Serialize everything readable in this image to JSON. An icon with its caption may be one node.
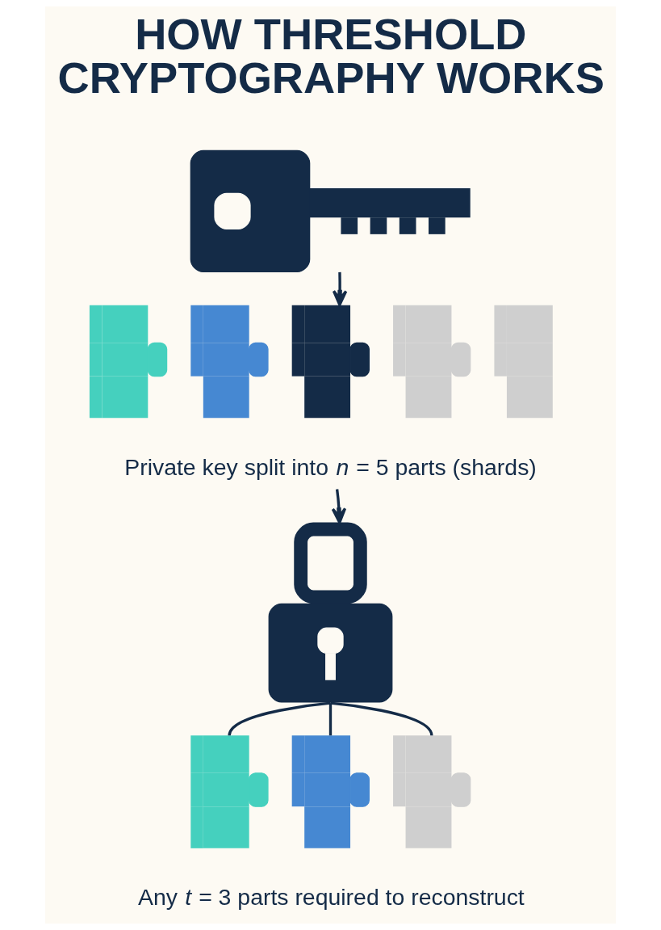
{
  "diagram": {
    "title": "HOW THRESHOLD CRYPTOGRAPHY WORKS",
    "nodes": [
      {
        "text": [],
        "shape": "picture"
      },
      {
        "text": [],
        "shape": "picture"
      },
      {
        "text": [],
        "shape": "picture"
      },
      {
        "text": [],
        "shape": "picture"
      },
      {
        "text": [],
        "shape": "picture"
      },
      {
        "text": [],
        "shape": "picture"
      },
      {
        "text": [
          "Private key split into *n* = 5 parts (shards)"
        ]
      },
      {
        "text": [],
        "shape": "picture"
      },
      {
        "text": [],
        "shape": "picture"
      },
      {
        "text": [],
        "shape": "picture"
      },
      {
        "text": [],
        "shape": "picture"
      }
    ],
    "edges": [
      {
        "from": 0,
        "to": 3,
        "arrow": "to"
      },
      {
        "from": 6,
        "to": 7,
        "arrow": "to"
      },
      {
        "from": 7,
        "to": 8,
        "arrow": "none"
      },
      {
        "from": 7,
        "to": 9,
        "arrow": "none"
      },
      {
        "from": 7,
        "to": 10,
        "arrow": "none"
      }
    ],
    "labels": [
      "Any *t* = 3 parts required to reconstruct"
    ]
  }
}
